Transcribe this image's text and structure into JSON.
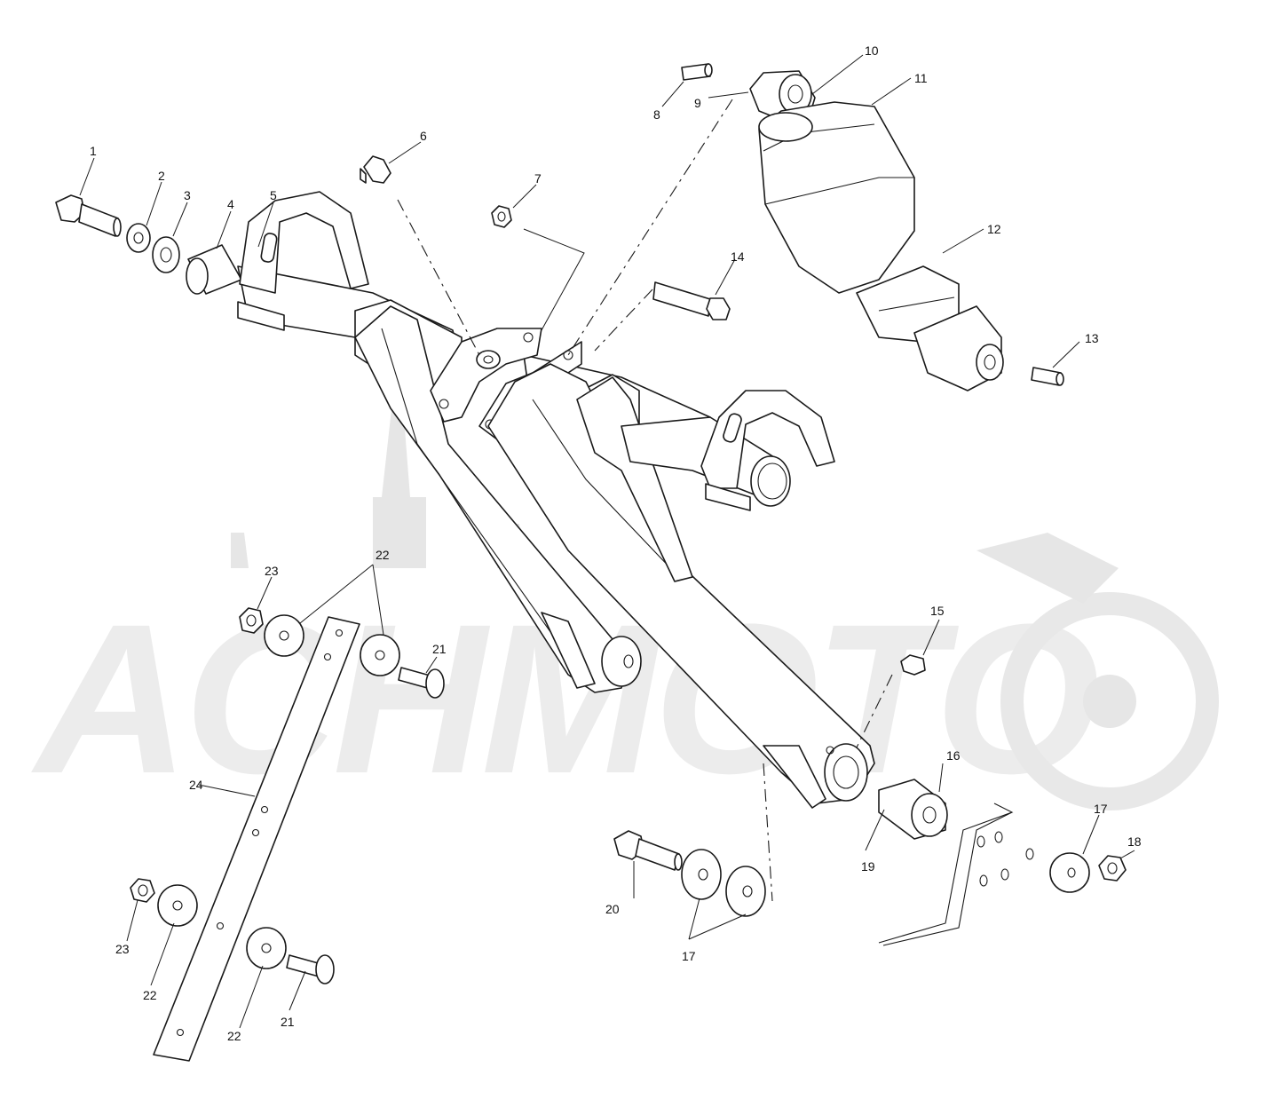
{
  "diagram": {
    "background": "#ffffff",
    "line_color": "#1a1a1a",
    "watermark_color": "#e6e6e6",
    "watermark_text": "ACHMOTO",
    "callouts": {
      "c1": "1",
      "c2": "2",
      "c3": "3",
      "c4": "4",
      "c5": "5",
      "c6": "6",
      "c7": "7",
      "c8": "8",
      "c9": "9",
      "c10": "10",
      "c11": "11",
      "c12": "12",
      "c13": "13",
      "c14": "14",
      "c15": "15",
      "c16": "16",
      "c17a": "17",
      "c17b": "17",
      "c18": "18",
      "c19": "19",
      "c20": "20",
      "c21a": "21",
      "c21b": "21",
      "c22a": "22",
      "c22b": "22",
      "c22c": "22",
      "c23a": "23",
      "c23b": "23",
      "c24": "24"
    }
  }
}
